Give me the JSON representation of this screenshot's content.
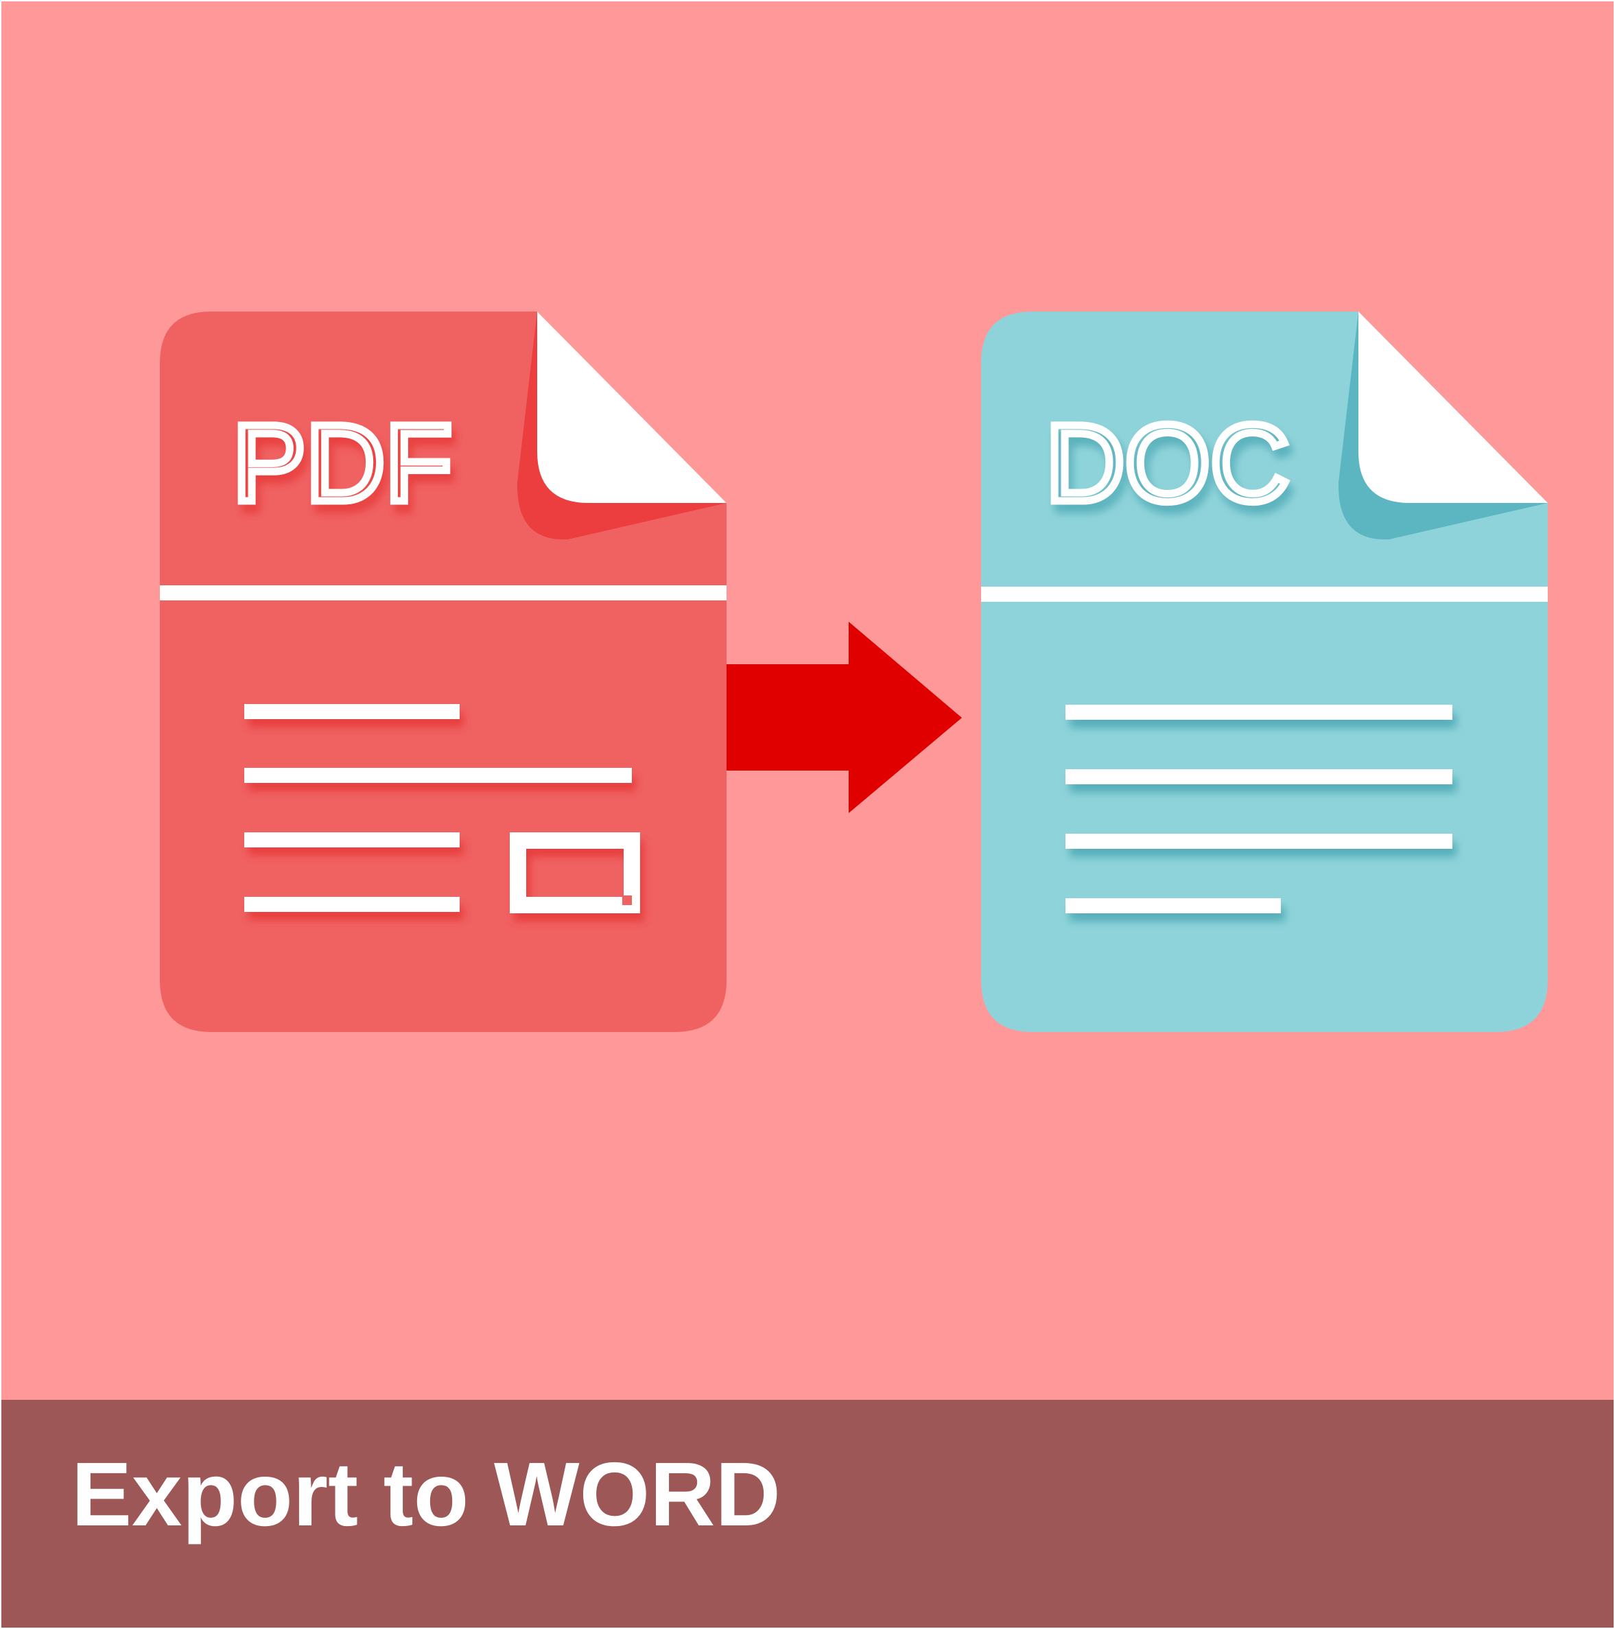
{
  "source_file": {
    "label": "PDF",
    "color": "#f06262",
    "fold_color": "#ec3e3e"
  },
  "target_file": {
    "label": "DOC",
    "color": "#8fd3da",
    "fold_color": "#5bb6c1"
  },
  "arrow": {
    "icon": "arrow-right-icon",
    "color": "#e00000"
  },
  "background_color": "#ff9899",
  "footer": {
    "title": "Export to WORD",
    "color": "#9d5757"
  }
}
